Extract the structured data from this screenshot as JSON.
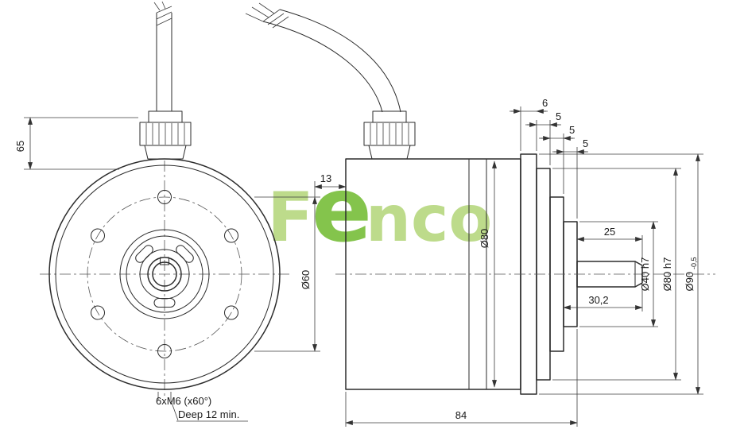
{
  "watermark": {
    "letter_f": "F",
    "letter_e": "e",
    "letters_nco": "nco",
    "light_green": "#b6d77e",
    "bright_green": "#7dc142"
  },
  "front_view": {
    "dim_65": "65",
    "note_line1": "6xM6 (x60°)",
    "note_line2": "Deep 12 min."
  },
  "side_view": {
    "dim_13": "13",
    "dim_6": "6",
    "dim_5_1": "5",
    "dim_5_2": "5",
    "dim_5_3": "5",
    "dim_body_dia": "Ø80",
    "dim_bolt_circle_dia": "Ø60",
    "dim_25": "25",
    "dim_30_2": "30,2",
    "dim_84": "84",
    "dim_pilot_dia": "Ø40 h7",
    "dim_spigot_dia": "Ø80 h7",
    "dim_flange_dia": "Ø90",
    "dim_flange_tol": "-0,5"
  }
}
